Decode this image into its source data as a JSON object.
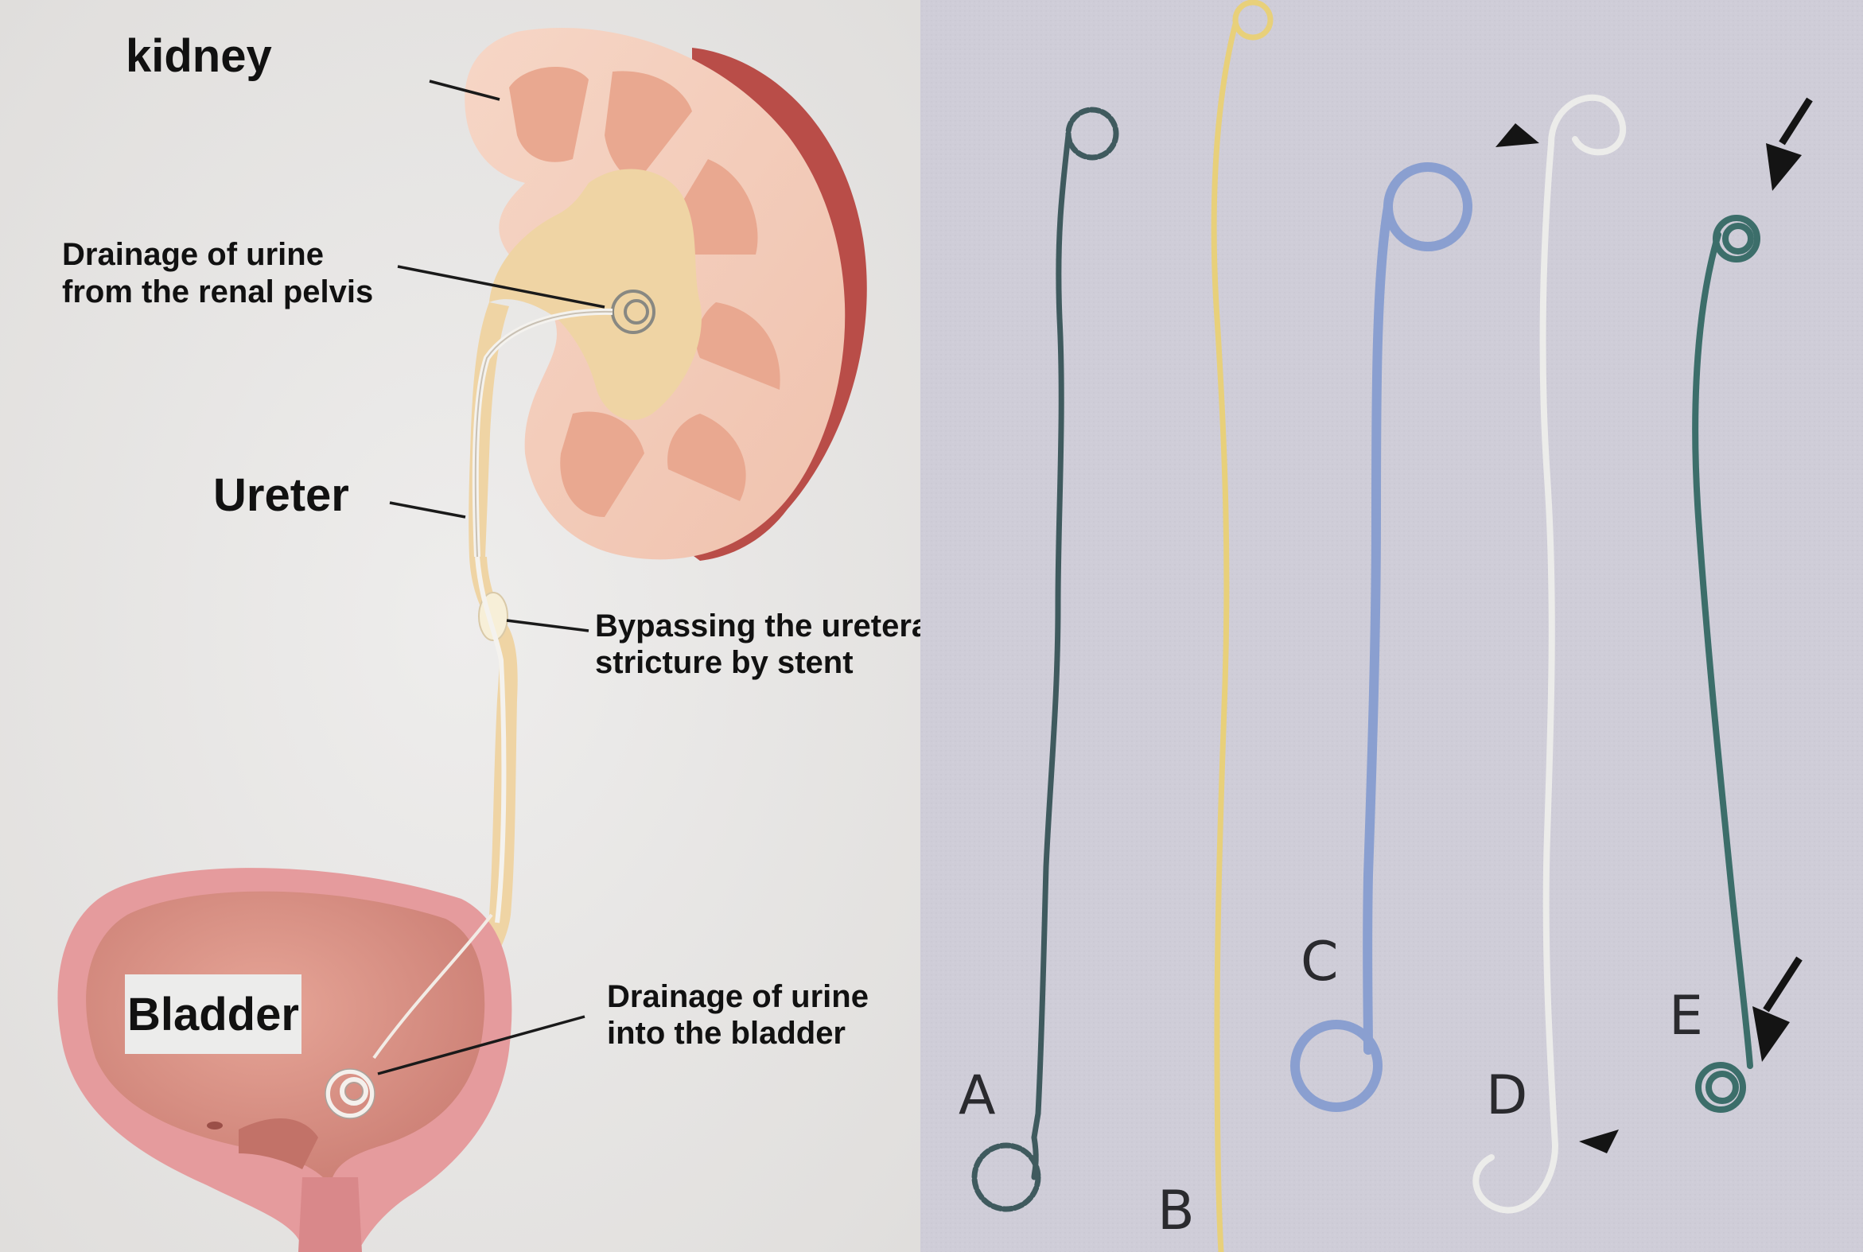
{
  "diagram": {
    "labels": {
      "kidney": "kidney",
      "drainage_pelvis_line1": "Drainage of urine",
      "drainage_pelvis_line2": "from the renal pelvis",
      "ureter": "Ureter",
      "bypass_line1": "Bypassing the ureteral",
      "bypass_line2": "stricture by stent",
      "drainage_bladder_line1": "Drainage of urine",
      "drainage_bladder_line2": "into the bladder",
      "bladder": "Bladder"
    }
  },
  "photo": {
    "stent_letters": [
      "A",
      "B",
      "C",
      "D",
      "E"
    ],
    "stent_colors": {
      "A": "#3f5a5e",
      "B": "#e8d07a",
      "C": "#8a9fd0",
      "D": "#ececea",
      "E": "#3c6e6a"
    },
    "markers": [
      "arrowhead-top-D",
      "arrowhead-bottom-D",
      "arrow-top-E",
      "arrow-bottom-E"
    ]
  },
  "colors": {
    "left_background": "#e8e7e6",
    "right_background": "#cfcdd8",
    "kidney_cortex": "#f3c8b4",
    "kidney_medulla": "#eaa28c",
    "kidney_pelvis": "#efd2a2",
    "kidney_capsule": "#b84a45",
    "bladder_wall": "#e39a9c",
    "bladder_lumen": "#d4897e"
  }
}
